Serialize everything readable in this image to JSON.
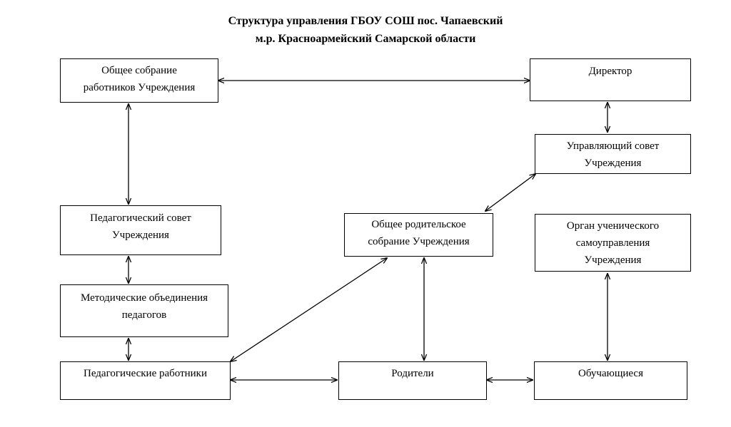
{
  "title": {
    "line1": "Структура управления ГБОУ СОШ пос. Чапаевский",
    "line2": "м.р. Красноармейский Самарской области"
  },
  "nodes": {
    "general_meeting": {
      "line1": "Общее собрание",
      "line2": "работников Учреждения"
    },
    "director": {
      "line1": "Директор"
    },
    "governing_council": {
      "line1": "Управляющий совет",
      "line2": "Учреждения"
    },
    "pedagogical_council": {
      "line1": "Педагогический совет",
      "line2": "Учреждения"
    },
    "parent_meeting": {
      "line1": "Общее родительское",
      "line2": "собрание Учреждения"
    },
    "student_government": {
      "line1": "Орган ученического",
      "line2": "самоуправления",
      "line3": "Учреждения"
    },
    "methodical_associations": {
      "line1": "Методические объединения",
      "line2": "педагогов"
    },
    "teachers": {
      "line1": "Педагогические работники"
    },
    "parents": {
      "line1": "Родители"
    },
    "students": {
      "line1": "Обучающиеся"
    }
  },
  "connections": [
    {
      "from": "general_meeting",
      "to": "director",
      "type": "bidirectional"
    },
    {
      "from": "director",
      "to": "governing_council",
      "type": "bidirectional"
    },
    {
      "from": "general_meeting",
      "to": "pedagogical_council",
      "type": "bidirectional"
    },
    {
      "from": "governing_council",
      "to": "parent_meeting",
      "type": "bidirectional"
    },
    {
      "from": "pedagogical_council",
      "to": "methodical_associations",
      "type": "bidirectional"
    },
    {
      "from": "methodical_associations",
      "to": "teachers",
      "type": "bidirectional"
    },
    {
      "from": "parent_meeting",
      "to": "teachers",
      "type": "bidirectional"
    },
    {
      "from": "parent_meeting",
      "to": "parents",
      "type": "bidirectional"
    },
    {
      "from": "student_government",
      "to": "students",
      "type": "bidirectional"
    },
    {
      "from": "teachers",
      "to": "parents",
      "type": "bidirectional"
    },
    {
      "from": "parents",
      "to": "students",
      "type": "bidirectional"
    }
  ]
}
